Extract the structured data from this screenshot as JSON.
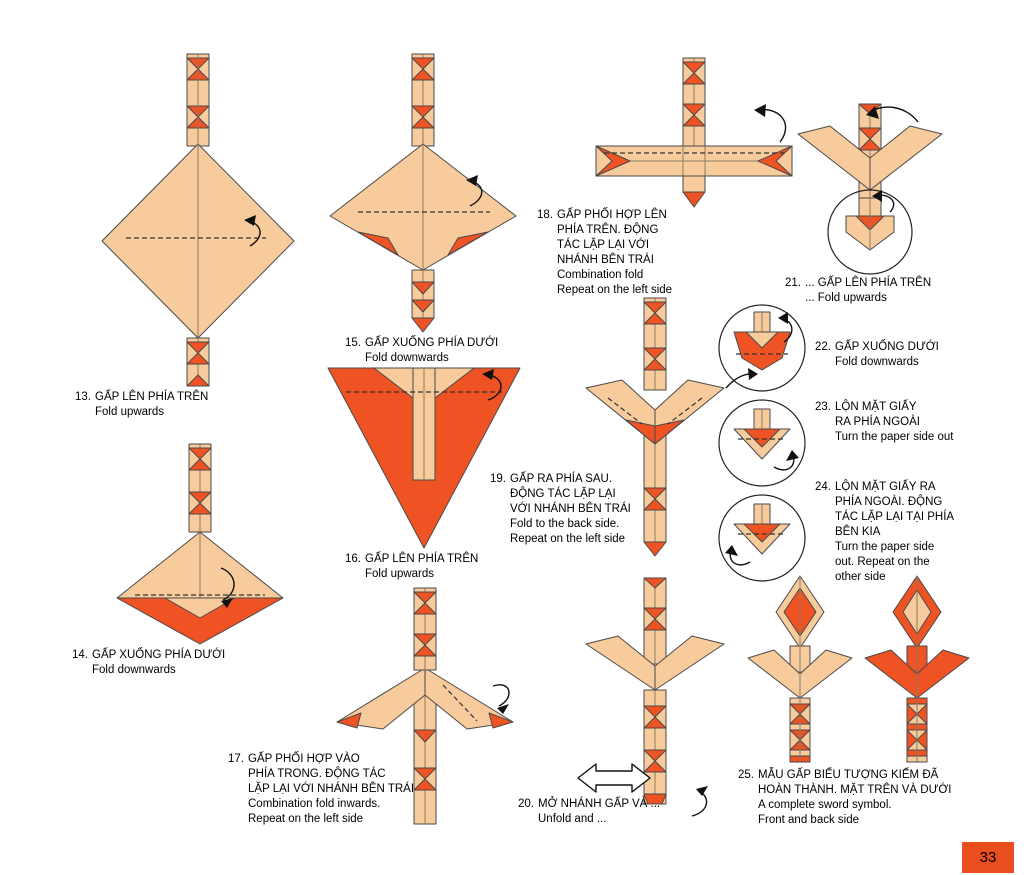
{
  "page": {
    "number": "33"
  },
  "colors": {
    "paper_front": "#F7CB9C",
    "paper_back": "#EF5223",
    "page_tab": "#E94E1E"
  },
  "steps": [
    {
      "num": "13.",
      "vi": "GẤP LÊN PHÍA TRÊN",
      "en": "Fold upwards"
    },
    {
      "num": "14.",
      "vi": "GẤP XUỐNG PHÍA DƯỚI",
      "en": "Fold downwards"
    },
    {
      "num": "15.",
      "vi": "GẤP XUỐNG PHÍA DƯỚI",
      "en": "Fold downwards"
    },
    {
      "num": "16.",
      "vi": "GẤP LÊN PHÍA TRÊN",
      "en": "Fold upwards"
    },
    {
      "num": "17.",
      "vi": "GẤP PHỐI HỢP VÀO\nPHÍA TRONG. ĐỘNG TÁC\nLẶP LẠI VỚI NHÁNH BÊN TRÁI",
      "en": "Combination fold inwards.\nRepeat on the left side"
    },
    {
      "num": "18.",
      "vi": "GẤP PHỐI HỢP LÊN\nPHÍA TRÊN. ĐỘNG\nTÁC LẶP LẠI VỚI\nNHÁNH BÊN TRÁI",
      "en": "Combination fold\nRepeat on the left side"
    },
    {
      "num": "19.",
      "vi": "GẤP RA PHÍA SAU.\nĐỘNG TÁC LẶP LẠI\nVỚI NHÁNH BÊN TRÁI",
      "en": "Fold to the back side.\nRepeat on the left side"
    },
    {
      "num": "20.",
      "vi": "MỞ NHÁNH GẤP VÀ ...",
      "en": "Unfold and ..."
    },
    {
      "num": "21.",
      "vi": "... GẤP LÊN PHÍA TRÊN",
      "en": "... Fold upwards"
    },
    {
      "num": "22.",
      "vi": "GẤP XUỐNG DƯỚI",
      "en": "Fold downwards"
    },
    {
      "num": "23.",
      "vi": "LỘN MẶT GIẤY\nRA PHÍA NGOÀI",
      "en": "Turn the paper side out"
    },
    {
      "num": "24.",
      "vi": "LỘN MẶT GIẤY RA\nPHÍA NGOÀI. ĐỘNG\nTÁC LẶP LẠI TẠI PHÍA\nBÊN KIA",
      "en": "Turn the paper side\nout. Repeat on the\nother side"
    },
    {
      "num": "25.",
      "vi": "MẪU GẤP BIỂU TƯỢNG KIẾM ĐÃ\nHOÀN THÀNH. MẶT TRÊN VÀ DƯỚI",
      "en": "A complete sword symbol.\nFront and back side"
    }
  ]
}
